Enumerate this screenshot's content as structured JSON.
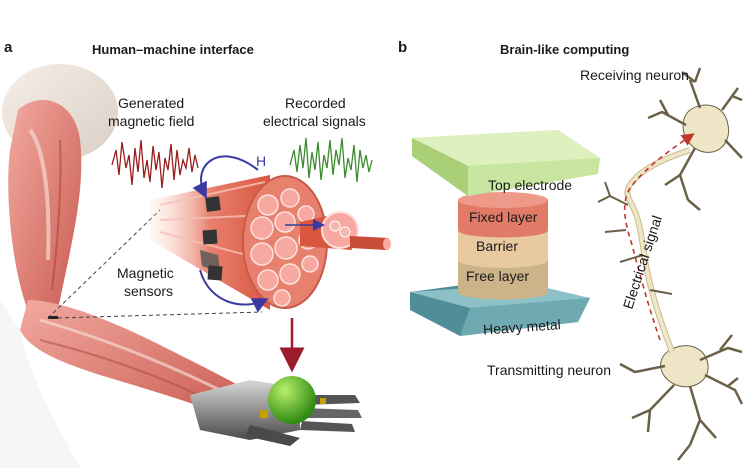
{
  "panel_a": {
    "letter": "a",
    "title": "Human–machine interface",
    "generated_label_1": "Generated",
    "generated_label_2": "magnetic field",
    "recorded_label_1": "Recorded",
    "recorded_label_2": "electrical signals",
    "h_label": "H",
    "sensors_label_1": "Magnetic",
    "sensors_label_2": "sensors"
  },
  "panel_b": {
    "letter": "b",
    "title": "Brain-like computing",
    "layers": {
      "top": "Top electrode",
      "fixed": "Fixed layer",
      "barrier": "Barrier",
      "free": "Free layer",
      "heavy": "Heavy metal"
    },
    "receiving": "Receiving neuron",
    "transmitting": "Transmitting neuron",
    "signal": "Electrical signal"
  },
  "colors": {
    "muscle": "#e8938a",
    "muscle_dark": "#c0564e",
    "bone": "#f0ece4",
    "wave_red": "#9b1c1c",
    "wave_green": "#3c8c2e",
    "arrow_blue": "#3a3aa0",
    "top_electrode": "#d3ecaa",
    "fixed_layer": "#e27a68",
    "barrier": "#e8c9a0",
    "free_layer": "#cdb389",
    "heavy_metal": "#6fa9b2",
    "neuron": "#efe6c8",
    "signal_dash": "#c0392b"
  }
}
